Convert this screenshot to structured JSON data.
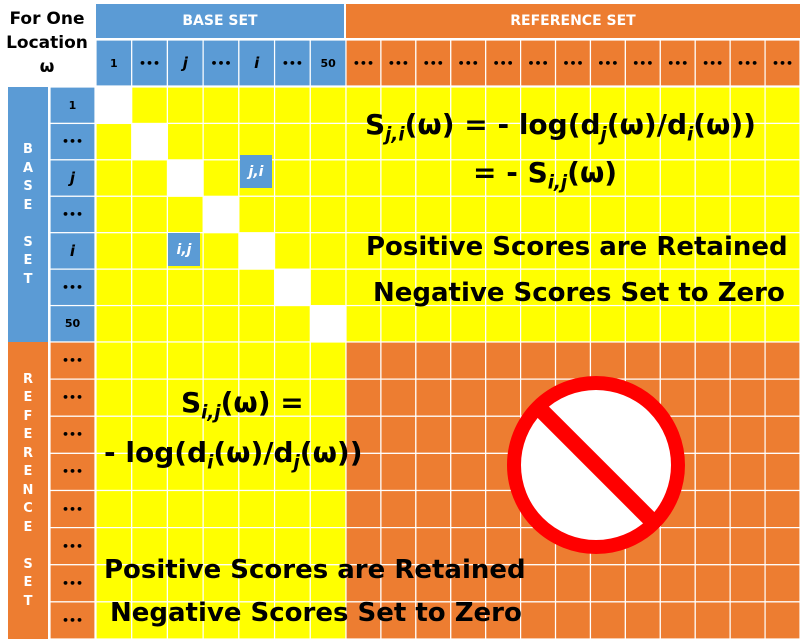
{
  "corner": {
    "line1": "For One",
    "line2": "Location",
    "line3": "ω"
  },
  "bands": {
    "base_top": "BASE SET",
    "reference_top": "REFERENCE SET",
    "base_side": [
      "B",
      "A",
      "S",
      "E",
      "",
      "S",
      "E",
      "T"
    ],
    "reference_side": [
      "R",
      "E",
      "F",
      "E",
      "R",
      "E",
      "N",
      "C",
      "E",
      "",
      "S",
      "E",
      "T"
    ]
  },
  "column_headers": [
    "1",
    "•••",
    "j",
    "•••",
    "i",
    "•••",
    "50"
  ],
  "row_headers": [
    "1",
    "•••",
    "j",
    "•••",
    "i",
    "•••",
    "50"
  ],
  "reference_header": "•••",
  "cell_marks": {
    "ji": "j,i",
    "ij": "i,j"
  },
  "formulas": {
    "top": {
      "s": "S",
      "sub1": "j,i",
      "mid": "(ω) = - log(d",
      "sub2": "j",
      "mid2": "(ω)/d",
      "sub3": "i",
      "end": "(ω))",
      "line2_pre": "= - S",
      "line2_sub": "i,j",
      "line2_end": "(ω)"
    },
    "bottom": {
      "s": "S",
      "sub1": "i,j",
      "mid": "(ω) =",
      "line2_pre": "- log(d",
      "sub2": "i",
      "mid2": "(ω)/d",
      "sub3": "j",
      "end": "(ω))"
    }
  },
  "messages": {
    "top1": "Positive Scores are Retained",
    "top2": "Negative Scores Set to Zero",
    "bottom1": "Positive Scores are Retained",
    "bottom2": "Negative Scores Set to Zero"
  },
  "colors": {
    "blue": "#5b9bd5",
    "orange": "#ed7d31",
    "yellow": "#ffff00",
    "white": "#ffffff",
    "red": "#ff0000"
  },
  "icons": {
    "prohibited": "prohibition-icon"
  }
}
